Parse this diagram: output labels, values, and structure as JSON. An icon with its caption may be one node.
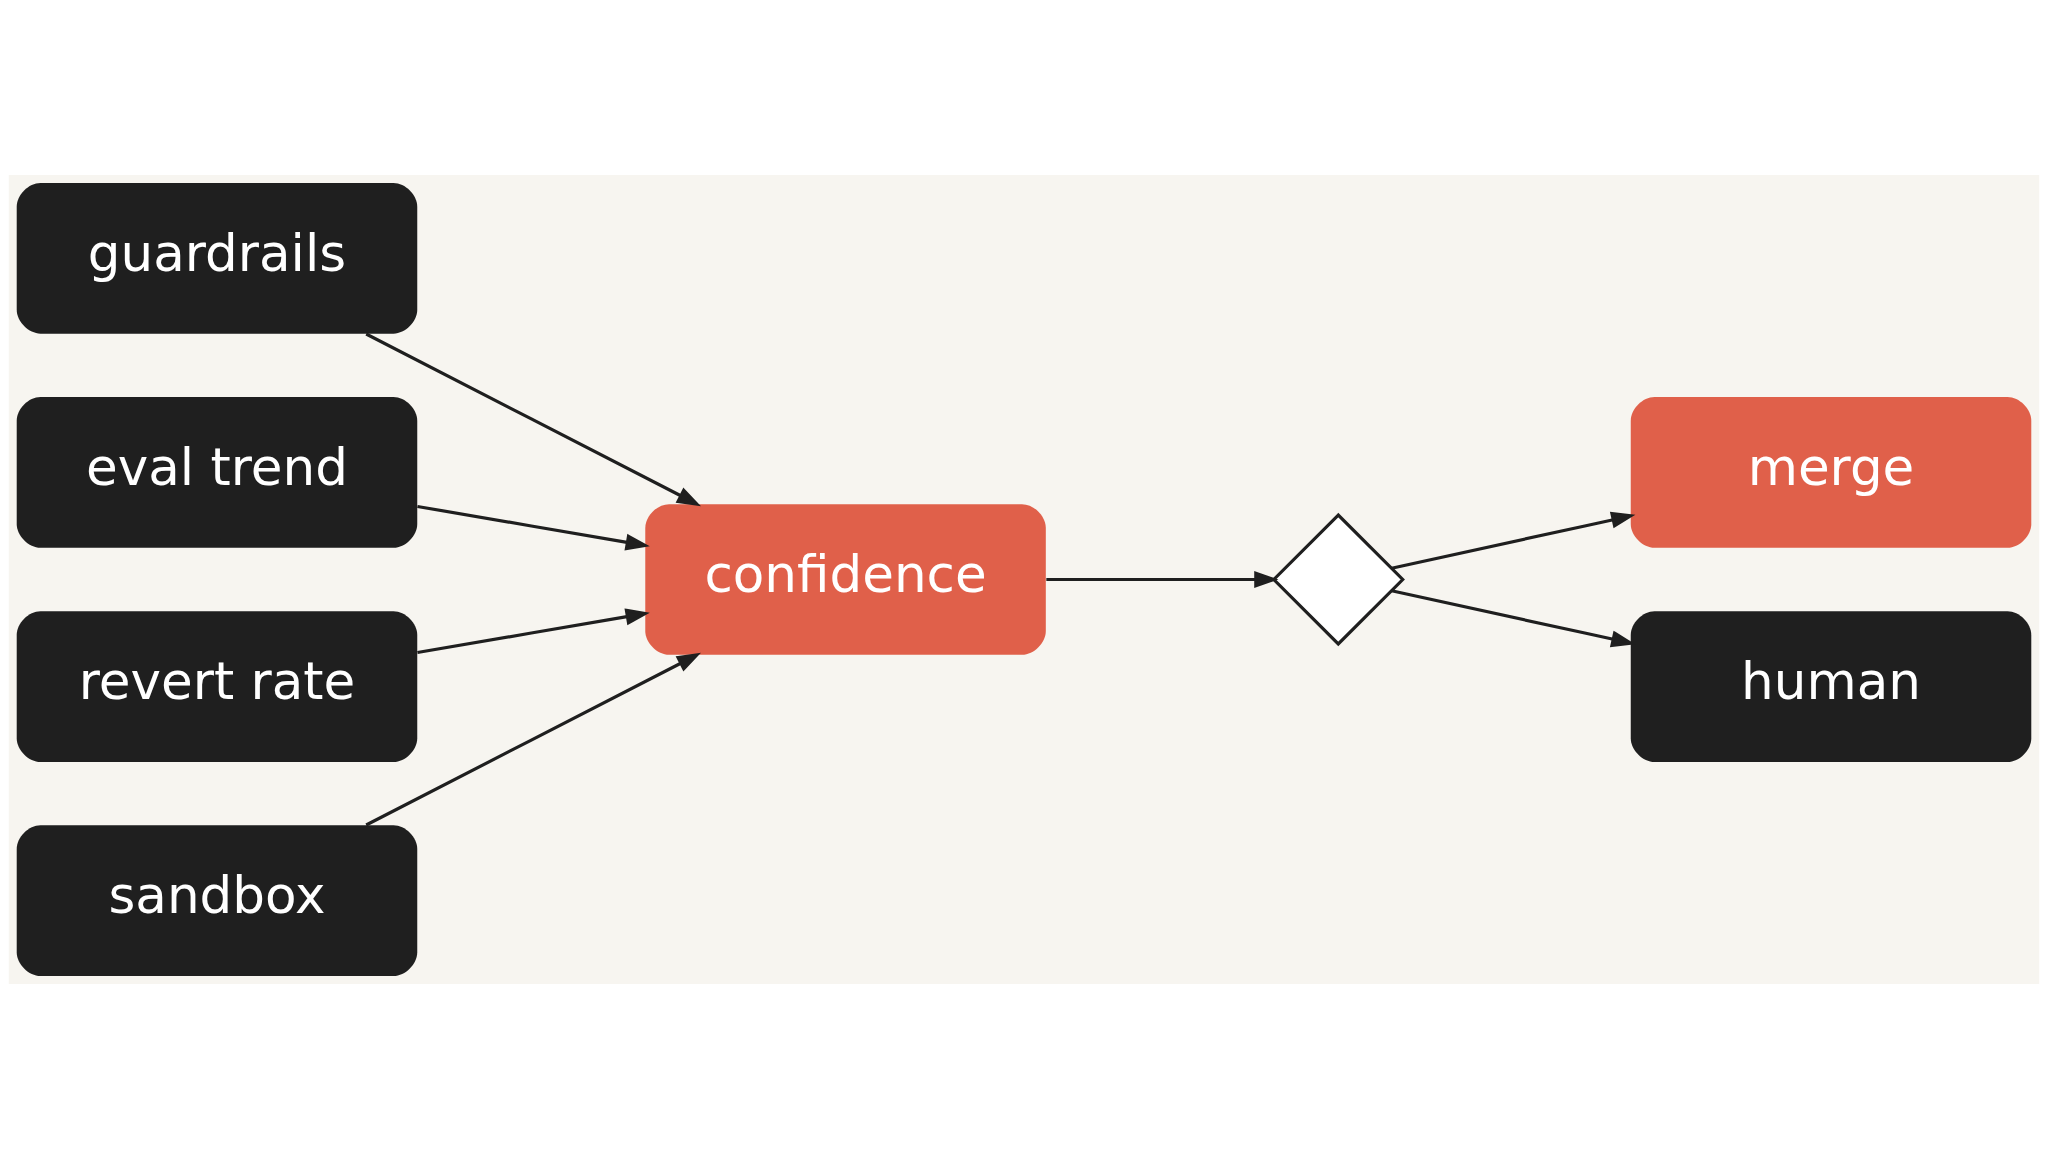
{
  "diagram": {
    "nodes": [
      {
        "text": [
          "guardrails"
        ]
      },
      {
        "text": [
          "eval trend"
        ]
      },
      {
        "text": [
          "revert rate"
        ]
      },
      {
        "text": [
          "sandbox"
        ]
      },
      {
        "text": [
          "confidence"
        ]
      },
      {
        "text": [],
        "shape": "diamond"
      },
      {
        "text": [
          "merge"
        ]
      },
      {
        "text": [
          "human"
        ]
      }
    ],
    "edges": [
      {
        "from": 0,
        "to": 4,
        "arrow": "to"
      },
      {
        "from": 1,
        "to": 4,
        "arrow": "to"
      },
      {
        "from": 2,
        "to": 4,
        "arrow": "to"
      },
      {
        "from": 3,
        "to": 4,
        "arrow": "to"
      },
      {
        "from": 4,
        "to": 5,
        "arrow": "to"
      },
      {
        "from": 5,
        "to": 6,
        "arrow": "to"
      },
      {
        "from": 5,
        "to": 7,
        "arrow": "to"
      }
    ]
  }
}
